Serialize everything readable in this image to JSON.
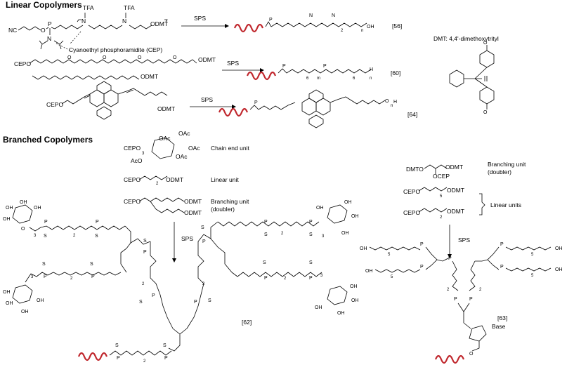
{
  "sections": {
    "linear": "Linear Copolymers",
    "branched": "Branched Copolymers"
  },
  "labels": {
    "tfa1": "TFA",
    "tfa2": "TFA",
    "odmt": "ODMT",
    "nc": "NC",
    "p": "P",
    "n": "N",
    "cep_note": "Cyanoethyl phosphoramidite (CEP)",
    "cepo": "CEPO",
    "dmt_def": "DMT: 4,4'-dimethoxytrityl",
    "oh": "OH",
    "h": "H",
    "o": "O",
    "oac": "OAc",
    "aco": "AcO",
    "dmto": "DMTO",
    "ocep": "OCEP",
    "base": "Base",
    "s": "S",
    "sub_n": "n",
    "sub_2": "2",
    "sub_3": "3",
    "sub_5": "5",
    "sub_6": "6",
    "sub_m": "m"
  },
  "arrows": {
    "sps": "SPS"
  },
  "units": {
    "chain_end": "Chain end unit",
    "linear": "Linear unit",
    "branching": "Branching unit\n(doubler)",
    "branching_l1": "Branching unit",
    "branching_l2": "(doubler)",
    "linear_units": "Linear units"
  },
  "refs": {
    "r56": "[56]",
    "r60": "[60]",
    "r64": "[64]",
    "r62": "[62]",
    "r63": "[63]"
  }
}
